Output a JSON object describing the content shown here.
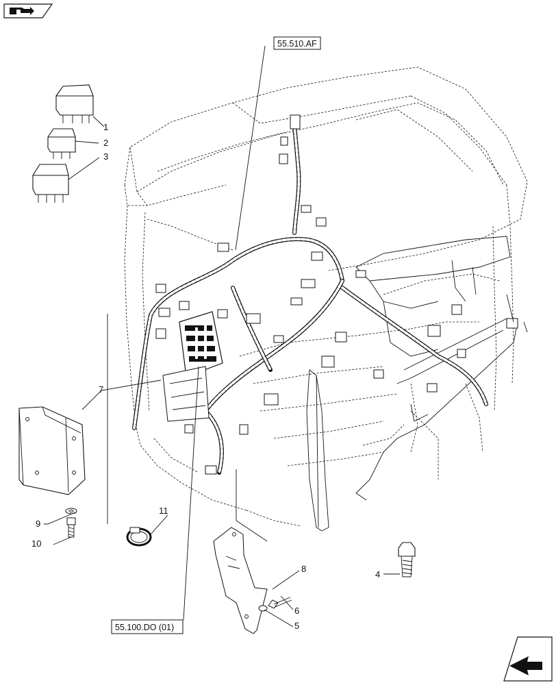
{
  "nav": {
    "top_icon": "book-arrow-icon",
    "bottom_icon": "next-page-arrow-icon"
  },
  "references": {
    "top": "55.510.AF",
    "bottom": "55.100.DO (01)"
  },
  "callouts": [
    "1",
    "2",
    "3",
    "4",
    "5",
    "6",
    "7",
    "8",
    "9",
    "10",
    "11"
  ]
}
